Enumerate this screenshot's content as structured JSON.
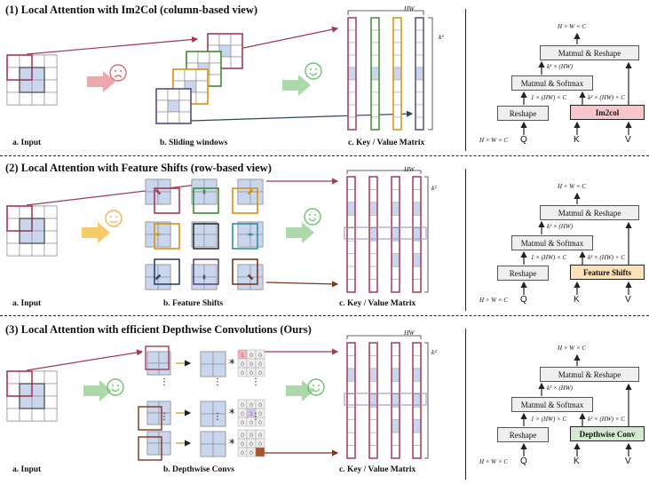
{
  "sections": [
    {
      "title": "(1) Local Attention with Im2Col (column-based view)",
      "caption_a": "a. Input",
      "caption_b": "b. Sliding windows",
      "caption_c": "c. Key / Value Matrix",
      "hw": "HW",
      "k2": "k²",
      "pipeline": {
        "top_dim": "H × W × C",
        "matmul_reshape": "Matmul & Reshape",
        "dim_k2hw": "k² × (HW)",
        "matmul_softmax": "Matmul & Softmax",
        "dim_1hwc": "1 × (HW) × C",
        "dim_k2hwc": "k² × (HW) × C",
        "reshape": "Reshape",
        "op": "Im2col",
        "op_color": "#f7c6cb",
        "in_dim": "H × W × C",
        "q": "Q",
        "k": "K",
        "v": "V"
      }
    },
    {
      "title": "(2) Local Attention with Feature Shifts (row-based view)",
      "caption_a": "a. Input",
      "caption_b": "b. Feature Shifts",
      "caption_c": "c. Key / Value Matrix",
      "hw": "HW",
      "k2": "k²",
      "pipeline": {
        "top_dim": "H × W × C",
        "matmul_reshape": "Matmul & Reshape",
        "dim_k2hw": "k² × (HW)",
        "matmul_softmax": "Matmul & Softmax",
        "dim_1hwc": "1 × (HW) × C",
        "dim_k2hwc": "k² × (HW) × C",
        "reshape": "Reshape",
        "op": "Feature Shifts",
        "op_color": "#fbe0b8",
        "in_dim": "H × W × C",
        "q": "Q",
        "k": "K",
        "v": "V"
      }
    },
    {
      "title": "(3) Local Attention with efficient Depthwise Convolutions (Ours)",
      "caption_a": "a. Input",
      "caption_b": "b. Depthwise Convs",
      "caption_c": "c. Key / Value Matrix",
      "hw": "HW",
      "k2": "k²",
      "pipeline": {
        "top_dim": "H × W × C",
        "matmul_reshape": "Matmul & Reshape",
        "dim_k2hw": "k² × (HW)",
        "matmul_softmax": "Matmul & Softmax",
        "dim_1hwc": "1 × (HW) × C",
        "dim_k2hwc": "k² × (HW) × C",
        "reshape": "Reshape",
        "op": "Depthwise Conv",
        "op_color": "#d3ead0",
        "in_dim": "H × W × C",
        "q": "Q",
        "k": "K",
        "v": "V"
      }
    }
  ],
  "colors": {
    "cell_blue": "#c9d6ee",
    "grid_line": "#333333",
    "red": "#a33a52",
    "green": "#3f8a36",
    "orange": "#d4920f",
    "purple": "#5a4a7a",
    "teal": "#2f8fa0",
    "navy": "#2c4666",
    "brown": "#7a3520",
    "sad_face": "#e06c75",
    "neutral_face": "#f0b452",
    "happy_face": "#6cc36c"
  },
  "kernel_values": {
    "one": "1",
    "zero": "0"
  }
}
